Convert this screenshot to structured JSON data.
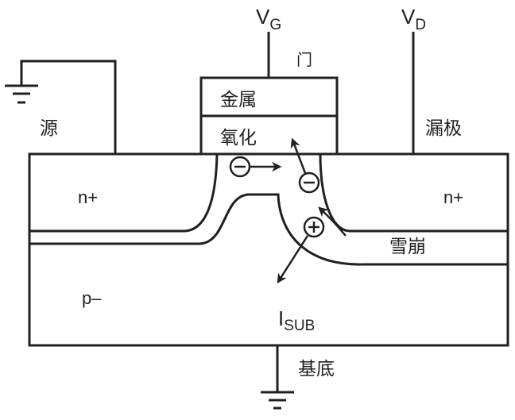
{
  "diagram": {
    "title": "MOSFET hot-carrier / avalanche substrate current cross-section",
    "terminals": {
      "gate_voltage": {
        "main": "V",
        "sub": "G"
      },
      "drain_voltage": {
        "main": "V",
        "sub": "D"
      },
      "substrate_current": {
        "main": "I",
        "sub": "SUB"
      }
    },
    "labels": {
      "gate": "门",
      "metal": "金属",
      "oxide": "氧化",
      "source": "源",
      "drain": "漏极",
      "substrate": "基底",
      "avalanche": "雪崩",
      "source_region": "n+",
      "drain_region": "n+",
      "body_region": "p–"
    },
    "carriers": [
      {
        "type": "electron",
        "symbol": "−",
        "motion": "toward drain along channel"
      },
      {
        "type": "electron",
        "symbol": "−",
        "motion": "injected into gate oxide"
      },
      {
        "type": "hole",
        "symbol": "+",
        "motion": "into substrate"
      }
    ],
    "colors": {
      "line": "#231f20",
      "background": "#ffffff"
    }
  }
}
